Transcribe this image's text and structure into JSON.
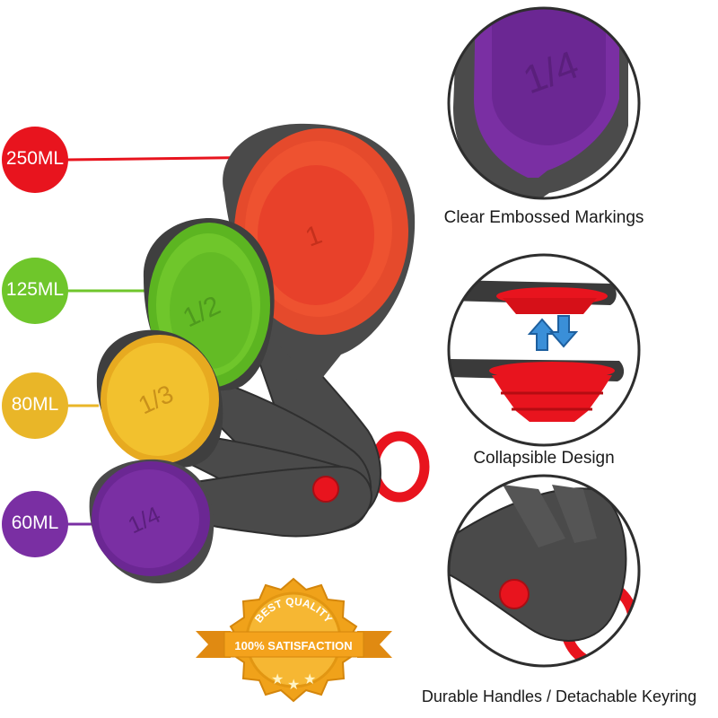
{
  "sizes": [
    {
      "label": "250ML",
      "color": "#e8141e"
    },
    {
      "label": "125ML",
      "color": "#6fc62b"
    },
    {
      "label": "80ML",
      "color": "#e9b628"
    },
    {
      "label": "60ML",
      "color": "#7a2fa3"
    }
  ],
  "cups": {
    "red_marking": "1",
    "green_marking": "1/2",
    "yellow_marking": "1/3",
    "purple_marking": "1/4"
  },
  "features": [
    {
      "caption": "Clear Embossed Markings",
      "icon": "purple-cup-closeup"
    },
    {
      "caption": "Collapsible Design",
      "icon": "collapsing-cup-arrows"
    },
    {
      "caption": "Durable Handles / Detachable Keyring",
      "icon": "handle-keyring-closeup"
    }
  ],
  "zoom_marking": "1/4",
  "seal": {
    "top_text": "BEST QUALITY",
    "ribbon_text": "100% SATISFACTION"
  },
  "colors": {
    "red": "#e8141e",
    "green": "#6fc62b",
    "yellow": "#e9b628",
    "purple": "#7a2fa3",
    "handle_gray": "#4a4a4a",
    "seal_gold": "#f0a21a"
  }
}
